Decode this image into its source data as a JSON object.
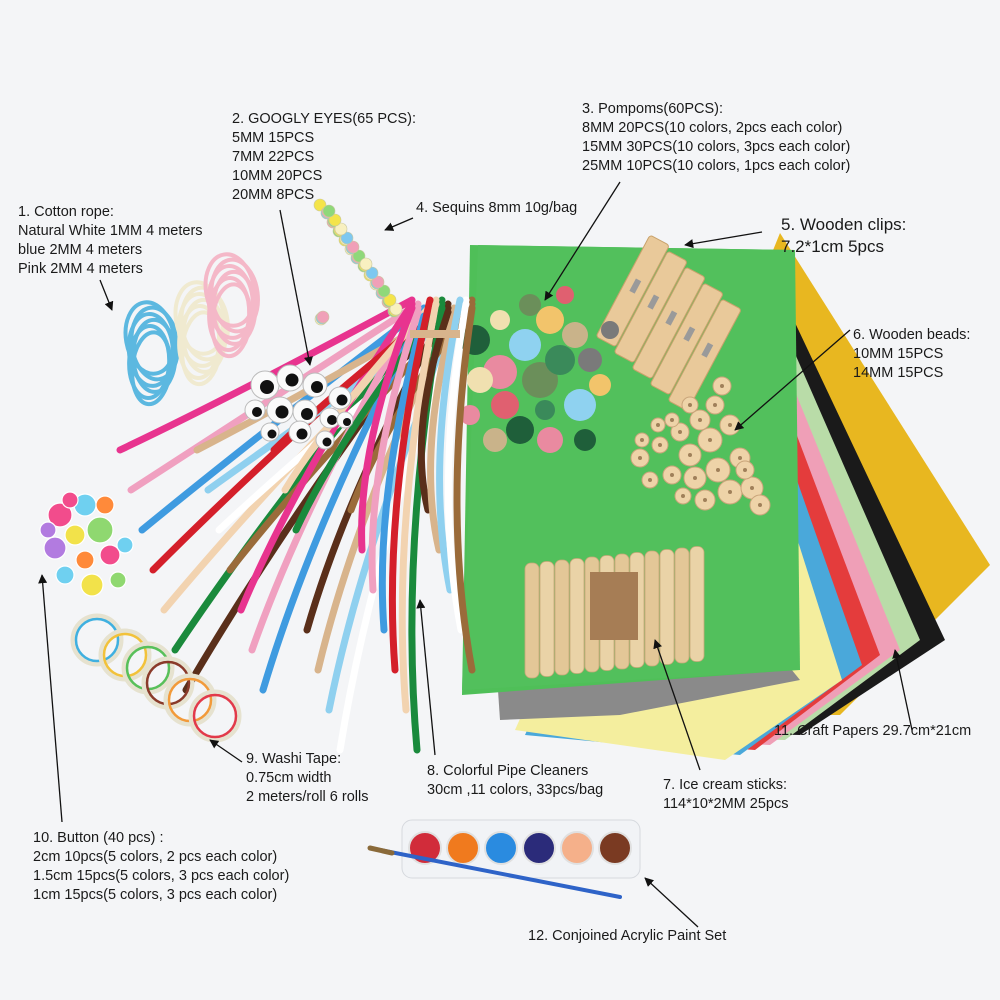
{
  "labels": {
    "cotton_rope": {
      "title": "1.  Cotton rope:",
      "lines": [
        "Natural White 1MM 4 meters",
        "blue 2MM 4 meters",
        "Pink 2MM 4 meters"
      ]
    },
    "googly_eyes": {
      "title": "2.  GOOGLY EYES(65 PCS):",
      "lines": [
        "5MM 15PCS",
        "7MM  22PCS",
        "10MM 20PCS",
        "20MM 8PCS"
      ]
    },
    "pompoms": {
      "title": "3.  Pompoms(60PCS):",
      "lines": [
        "8MM 20PCS(10 colors, 2pcs each color)",
        "15MM 30PCS(10 colors, 3pcs each color)",
        "25MM 10PCS(10 colors, 1pcs each color)"
      ]
    },
    "sequins": {
      "title": "4.  Sequins 8mm 10g/bag"
    },
    "wooden_clips": {
      "title": "5.  Wooden clips:",
      "lines": [
        "7.2*1cm 5pcs"
      ]
    },
    "wooden_beads": {
      "title": "6.  Wooden beads:",
      "lines": [
        "10MM 15PCS",
        "14MM 15PCS"
      ]
    },
    "ice_cream_sticks": {
      "title": "7.  Ice cream sticks:",
      "lines": [
        "114*10*2MM  25pcs"
      ]
    },
    "pipe_cleaners": {
      "title": "8.  Colorful Pipe Cleaners",
      "lines": [
        "30cm ,11 colors, 33pcs/bag"
      ]
    },
    "washi_tape": {
      "title": "9.  Washi Tape:",
      "lines": [
        "0.75cm width",
        "2 meters/roll  6 rolls"
      ]
    },
    "buttons": {
      "title": "10. Button (40 pcs) :",
      "lines": [
        "2cm  10pcs(5 colors, 2 pcs each color)",
        "1.5cm 15pcs(5 colors, 3 pcs each color)",
        "1cm 15pcs(5 colors, 3 pcs each color)"
      ]
    },
    "craft_papers": {
      "title": "11.  Craft Papers 29.7cm*21cm"
    },
    "paint_set": {
      "title": "12.  Conjoined Acrylic Paint Set"
    }
  },
  "colors": {
    "background": "#f4f5f7",
    "paper_stack": [
      "#e8b720",
      "#1a1a1a",
      "#b9dca8",
      "#ef9fb7",
      "#e43c3c",
      "#4aa8da",
      "#f4ee9e",
      "#8a8a8a",
      "#4fbf58"
    ],
    "pipe_cleaners": [
      "#e8348f",
      "#f0a0c0",
      "#3f9be0",
      "#d41f2a",
      "#f2d3b0",
      "#1a8a3c",
      "#5a2f1a",
      "#d8b48c",
      "#8fd0ef",
      "#ffffff",
      "#9a6b3a"
    ],
    "paint_pots": [
      "#d12c3a",
      "#f07a1e",
      "#2a8be0",
      "#2b2b7a",
      "#f5b08a",
      "#7a3a22"
    ]
  }
}
